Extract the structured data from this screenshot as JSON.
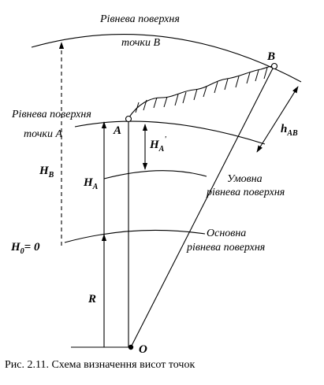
{
  "labels": {
    "surface_b_line1": "Рівнева поверхня",
    "surface_b_line2": "точки B",
    "surface_a_line1": "Рівнева поверхня",
    "surface_a_line2": "точки A",
    "conventional_line1": "Умовна",
    "conventional_line2": "рівнева поверхня",
    "main_line1": "Основна",
    "main_line2": "рівнева поверхня",
    "point_a": "A",
    "point_b": "B",
    "point_o": "O",
    "hb": "H",
    "hb_sub": "B",
    "ha": "H",
    "ha_sub": "A",
    "ha_prime": "H",
    "ha_prime_sub": "A",
    "ha_prime_mark": "'",
    "hab": "h",
    "hab_sub": "AB",
    "h0": "H",
    "h0_sub": "0",
    "h0_eq": "= 0",
    "r": "R"
  },
  "caption": "Рис. 2.11. Схема визначення висот точок"
}
